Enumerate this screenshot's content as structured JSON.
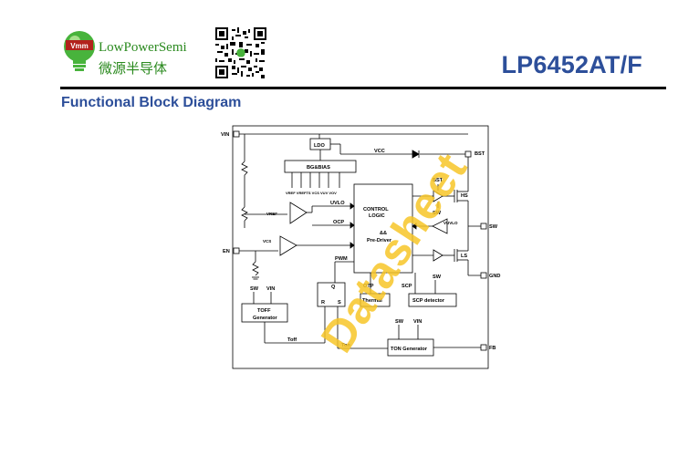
{
  "header": {
    "brand_en": "LowPowerSemi",
    "brand_cn": "微源半导体",
    "logo_badge": "Vmm",
    "part_number": "LP6452AT/F"
  },
  "section_title": "Functional Block Diagram",
  "diagram": {
    "pins": {
      "vin": "VIN",
      "en": "EN",
      "bst": "BST",
      "sw": "SW",
      "gnd": "GND",
      "fb": "FB"
    },
    "blocks": {
      "ldo": "LDO",
      "bandgap": "BG&BIAS",
      "bandgap_outputs": "VREF VREFTS VCS VUV VOV",
      "control_logic_line1": "CONTROL",
      "control_logic_line2": "LOGIC",
      "control_logic_line3": "&&",
      "control_logic_line4": "Pre-Driver",
      "thermal": "Thermal",
      "scp_detector": "SCP detector",
      "toff_gen_line1": "TOFF",
      "toff_gen_line2": "Generator",
      "ton_gen": "TON Generator",
      "sr_r": "R",
      "sr_s": "S",
      "sr_q": "Q"
    },
    "signals": {
      "vcc": "VCC",
      "uvlo": "UVLO",
      "ocp": "OCP",
      "pwm": "PWM",
      "otp": "OTP",
      "scp": "SCP",
      "bst": "BST",
      "sw_labels": [
        "SW",
        "SW",
        "SW",
        "SW"
      ],
      "vin": "VIN",
      "vin2": "VIN",
      "hs": "HS",
      "ls": "LS",
      "vref": "VREF",
      "vcs": "VCS",
      "vuvlo": "VUVLO",
      "toff": "Toff",
      "ton": "Ton"
    }
  },
  "watermark": "Datasheet",
  "colors": {
    "brand_green": "#2b8a1f",
    "title_blue": "#2d4f9a",
    "watermark_yellow": "#f7c628"
  }
}
